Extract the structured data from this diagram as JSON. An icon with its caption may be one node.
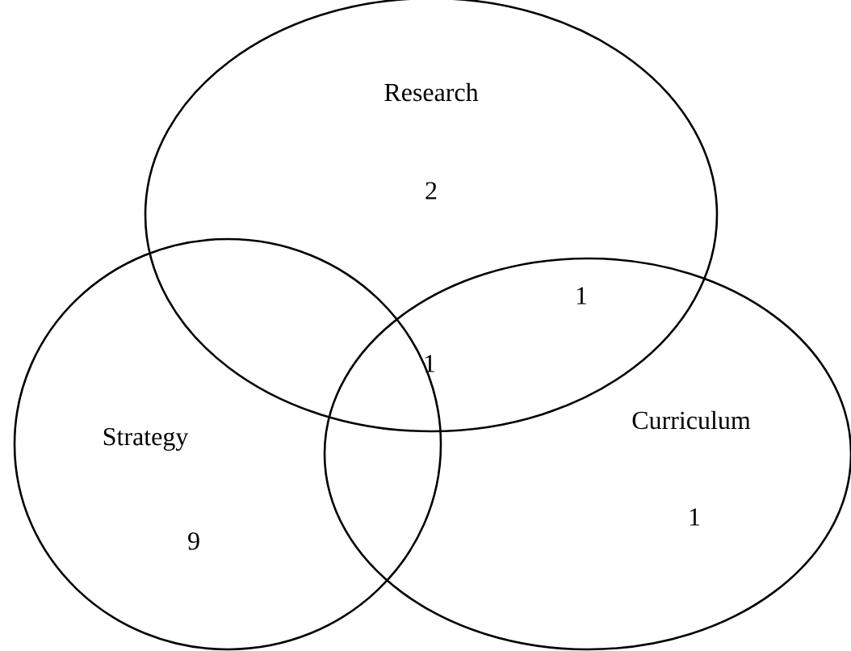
{
  "diagram": {
    "nodes": [
      {
        "text": [
          "Research",
          "2"
        ]
      },
      {
        "text": [
          "Strategy",
          "9"
        ]
      },
      {
        "text": [
          "Curriculum",
          "1"
        ]
      }
    ],
    "labels": [
      "1",
      "1"
    ]
  }
}
